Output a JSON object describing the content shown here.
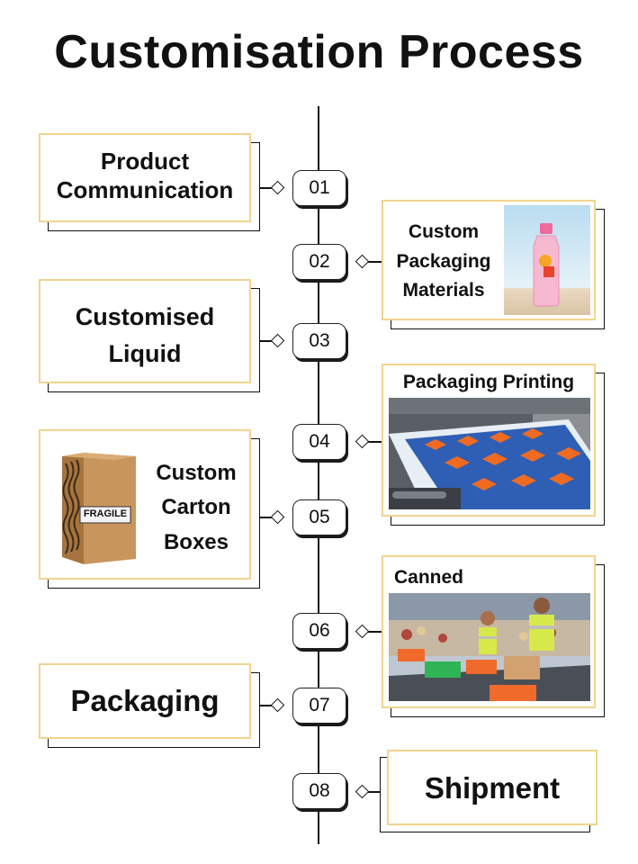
{
  "title": "Customisation Process",
  "steps": [
    {
      "number": "01",
      "label": "Product Communication"
    },
    {
      "number": "02",
      "label": "Custom Packaging Materials"
    },
    {
      "number": "03",
      "label": "Customised Liquid"
    },
    {
      "number": "04",
      "label": "Packaging Printing"
    },
    {
      "number": "05",
      "label": "Custom Carton Boxes"
    },
    {
      "number": "06",
      "label": "Canned"
    },
    {
      "number": "07",
      "label": "Packaging"
    },
    {
      "number": "08",
      "label": "Shipment"
    }
  ],
  "box_sticker": "FRAGILE",
  "colors": {
    "card_border": "#f1d48f",
    "ink": "#111111"
  }
}
